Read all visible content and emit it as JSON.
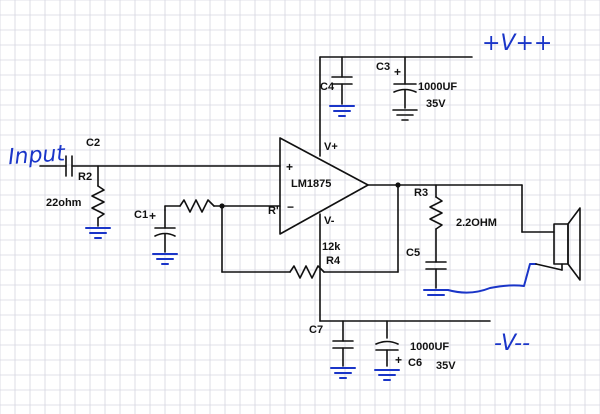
{
  "components": {
    "opamp": {
      "name": "LM1875",
      "pin_plus": "+",
      "pin_minus": "−",
      "pin_vplus": "V+",
      "pin_vminus": "V-"
    },
    "c1": {
      "label": "C1",
      "polarity": "+"
    },
    "c2": {
      "label": "C2"
    },
    "c3": {
      "label": "C3",
      "polarity": "+",
      "value": "1000UF",
      "voltage": "35V"
    },
    "c4": {
      "label": "C4"
    },
    "c5": {
      "label": "C5"
    },
    "c6": {
      "label": "C6",
      "polarity": "+",
      "value": "1000UF",
      "voltage": "35V"
    },
    "c7": {
      "label": "C7"
    },
    "r1": {
      "label": "R'"
    },
    "r2": {
      "label": "R2",
      "value": "22ohm"
    },
    "r3": {
      "label": "R3",
      "value": "2.2OHM"
    },
    "r4": {
      "label": "R4",
      "value": "12k"
    }
  },
  "handwritten": {
    "input": "Input",
    "vpp": "+V++",
    "vmm": "-V--"
  },
  "colors": {
    "ink": "#111111",
    "handwriting": "#1a35c8",
    "grid": "#d6d6e0"
  }
}
